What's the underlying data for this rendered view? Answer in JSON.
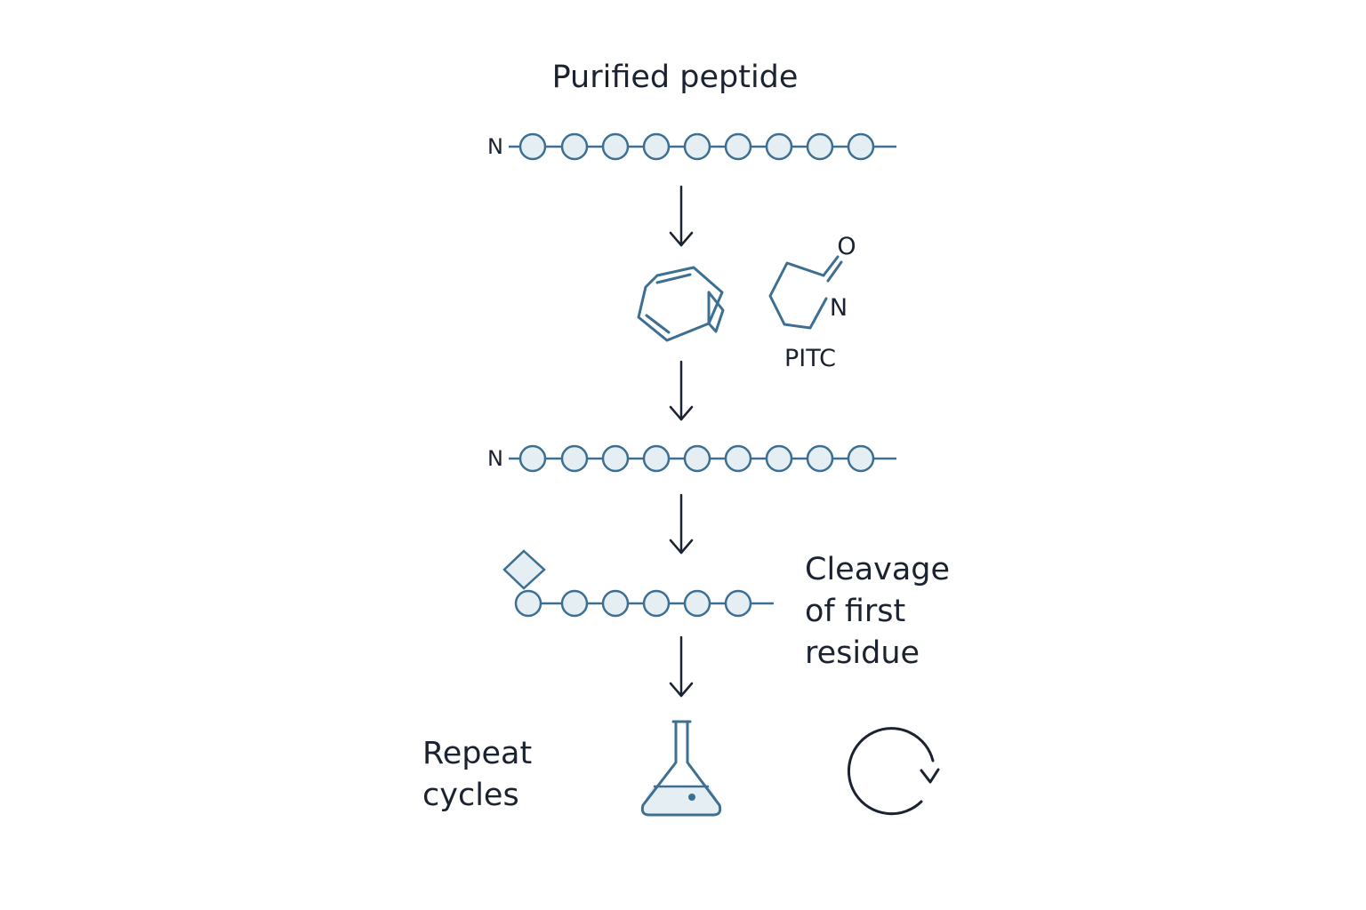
{
  "labels": {
    "title": "Purified peptide",
    "n_terminus_1": "N",
    "n_terminus_2": "N",
    "reagent": "PITC",
    "ring_oxygen": "O",
    "ring_nitrogen": "N",
    "cleavage_line1": "Cleavage",
    "cleavage_line2": "of first",
    "cleavage_line3": "residue",
    "repeat_line1": "Repeat",
    "repeat_line2": "cycles"
  },
  "colors": {
    "structure_stroke": "#3d6f93",
    "bead_fill": "#e4eef3",
    "text_and_arrows": "#1b2330"
  },
  "icons": {
    "reagent_structure": "bicyclic-ring-icon",
    "lactam_structure": "pyrrolidinone-ring-icon",
    "cleaved_residue": "diamond-tag-icon",
    "flask": "erlenmeyer-flask-icon",
    "cycle": "circular-arrow-icon"
  }
}
